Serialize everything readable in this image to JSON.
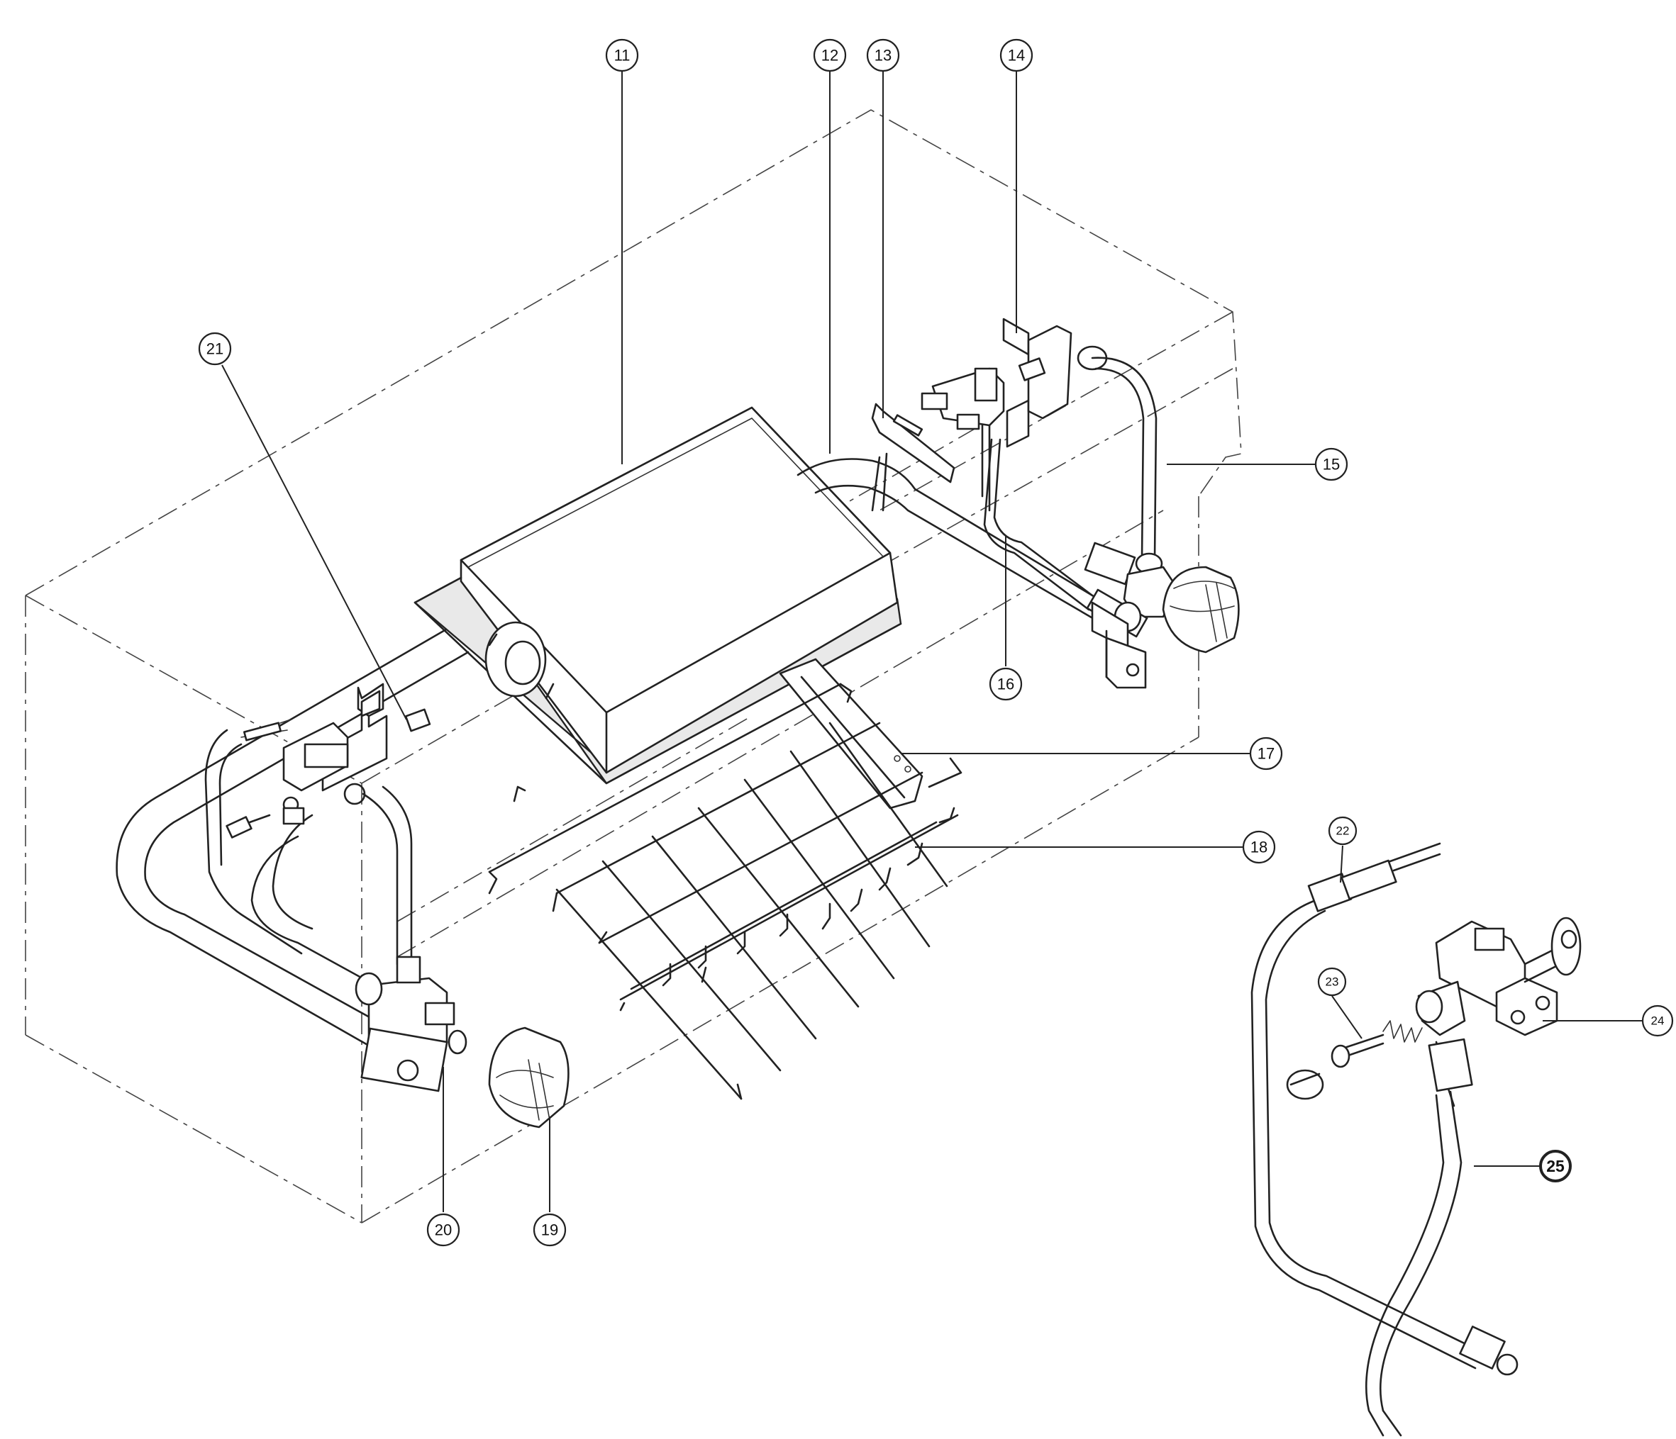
{
  "callouts": [
    {
      "label": "11",
      "name": "callout-11"
    },
    {
      "label": "12",
      "name": "callout-12"
    },
    {
      "label": "13",
      "name": "callout-13"
    },
    {
      "label": "14",
      "name": "callout-14"
    },
    {
      "label": "15",
      "name": "callout-15"
    },
    {
      "label": "16",
      "name": "callout-16"
    },
    {
      "label": "17",
      "name": "callout-17"
    },
    {
      "label": "18",
      "name": "callout-18"
    },
    {
      "label": "19",
      "name": "callout-19"
    },
    {
      "label": "20",
      "name": "callout-20"
    },
    {
      "label": "21",
      "name": "callout-21"
    },
    {
      "label": "22",
      "name": "callout-22"
    },
    {
      "label": "23",
      "name": "callout-23"
    },
    {
      "label": "24",
      "name": "callout-24"
    },
    {
      "label": "25",
      "name": "callout-25"
    }
  ],
  "parts": {
    "burner_hood": "burner-hood-assembly",
    "gas_pipe_loop": "gas-supply-pipe-loop",
    "wire_grid": "wire-grate-rack",
    "left_valve": "left-gas-control-valve",
    "right_valve": "right-gas-control-valve",
    "left_knob": "left-control-knob",
    "right_knob": "right-control-knob",
    "pilot_detail": "pilot-burner-detail-view"
  }
}
